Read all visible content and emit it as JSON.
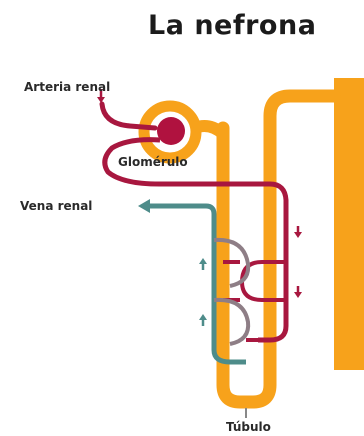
{
  "title": "La nefrona",
  "labels": {
    "artery": "Arteria renal",
    "glomerulus": "Glomérulo",
    "vein": "Vena renal",
    "tubule": "Túbulo"
  },
  "colors": {
    "tubule": "#F7A21B",
    "blood_vessel": "#A8173F",
    "vein": "#4E8C8A",
    "text": "#2a2a2a"
  },
  "flow_arrows": {
    "artery": "down",
    "red_side": "down",
    "vein": "up"
  }
}
